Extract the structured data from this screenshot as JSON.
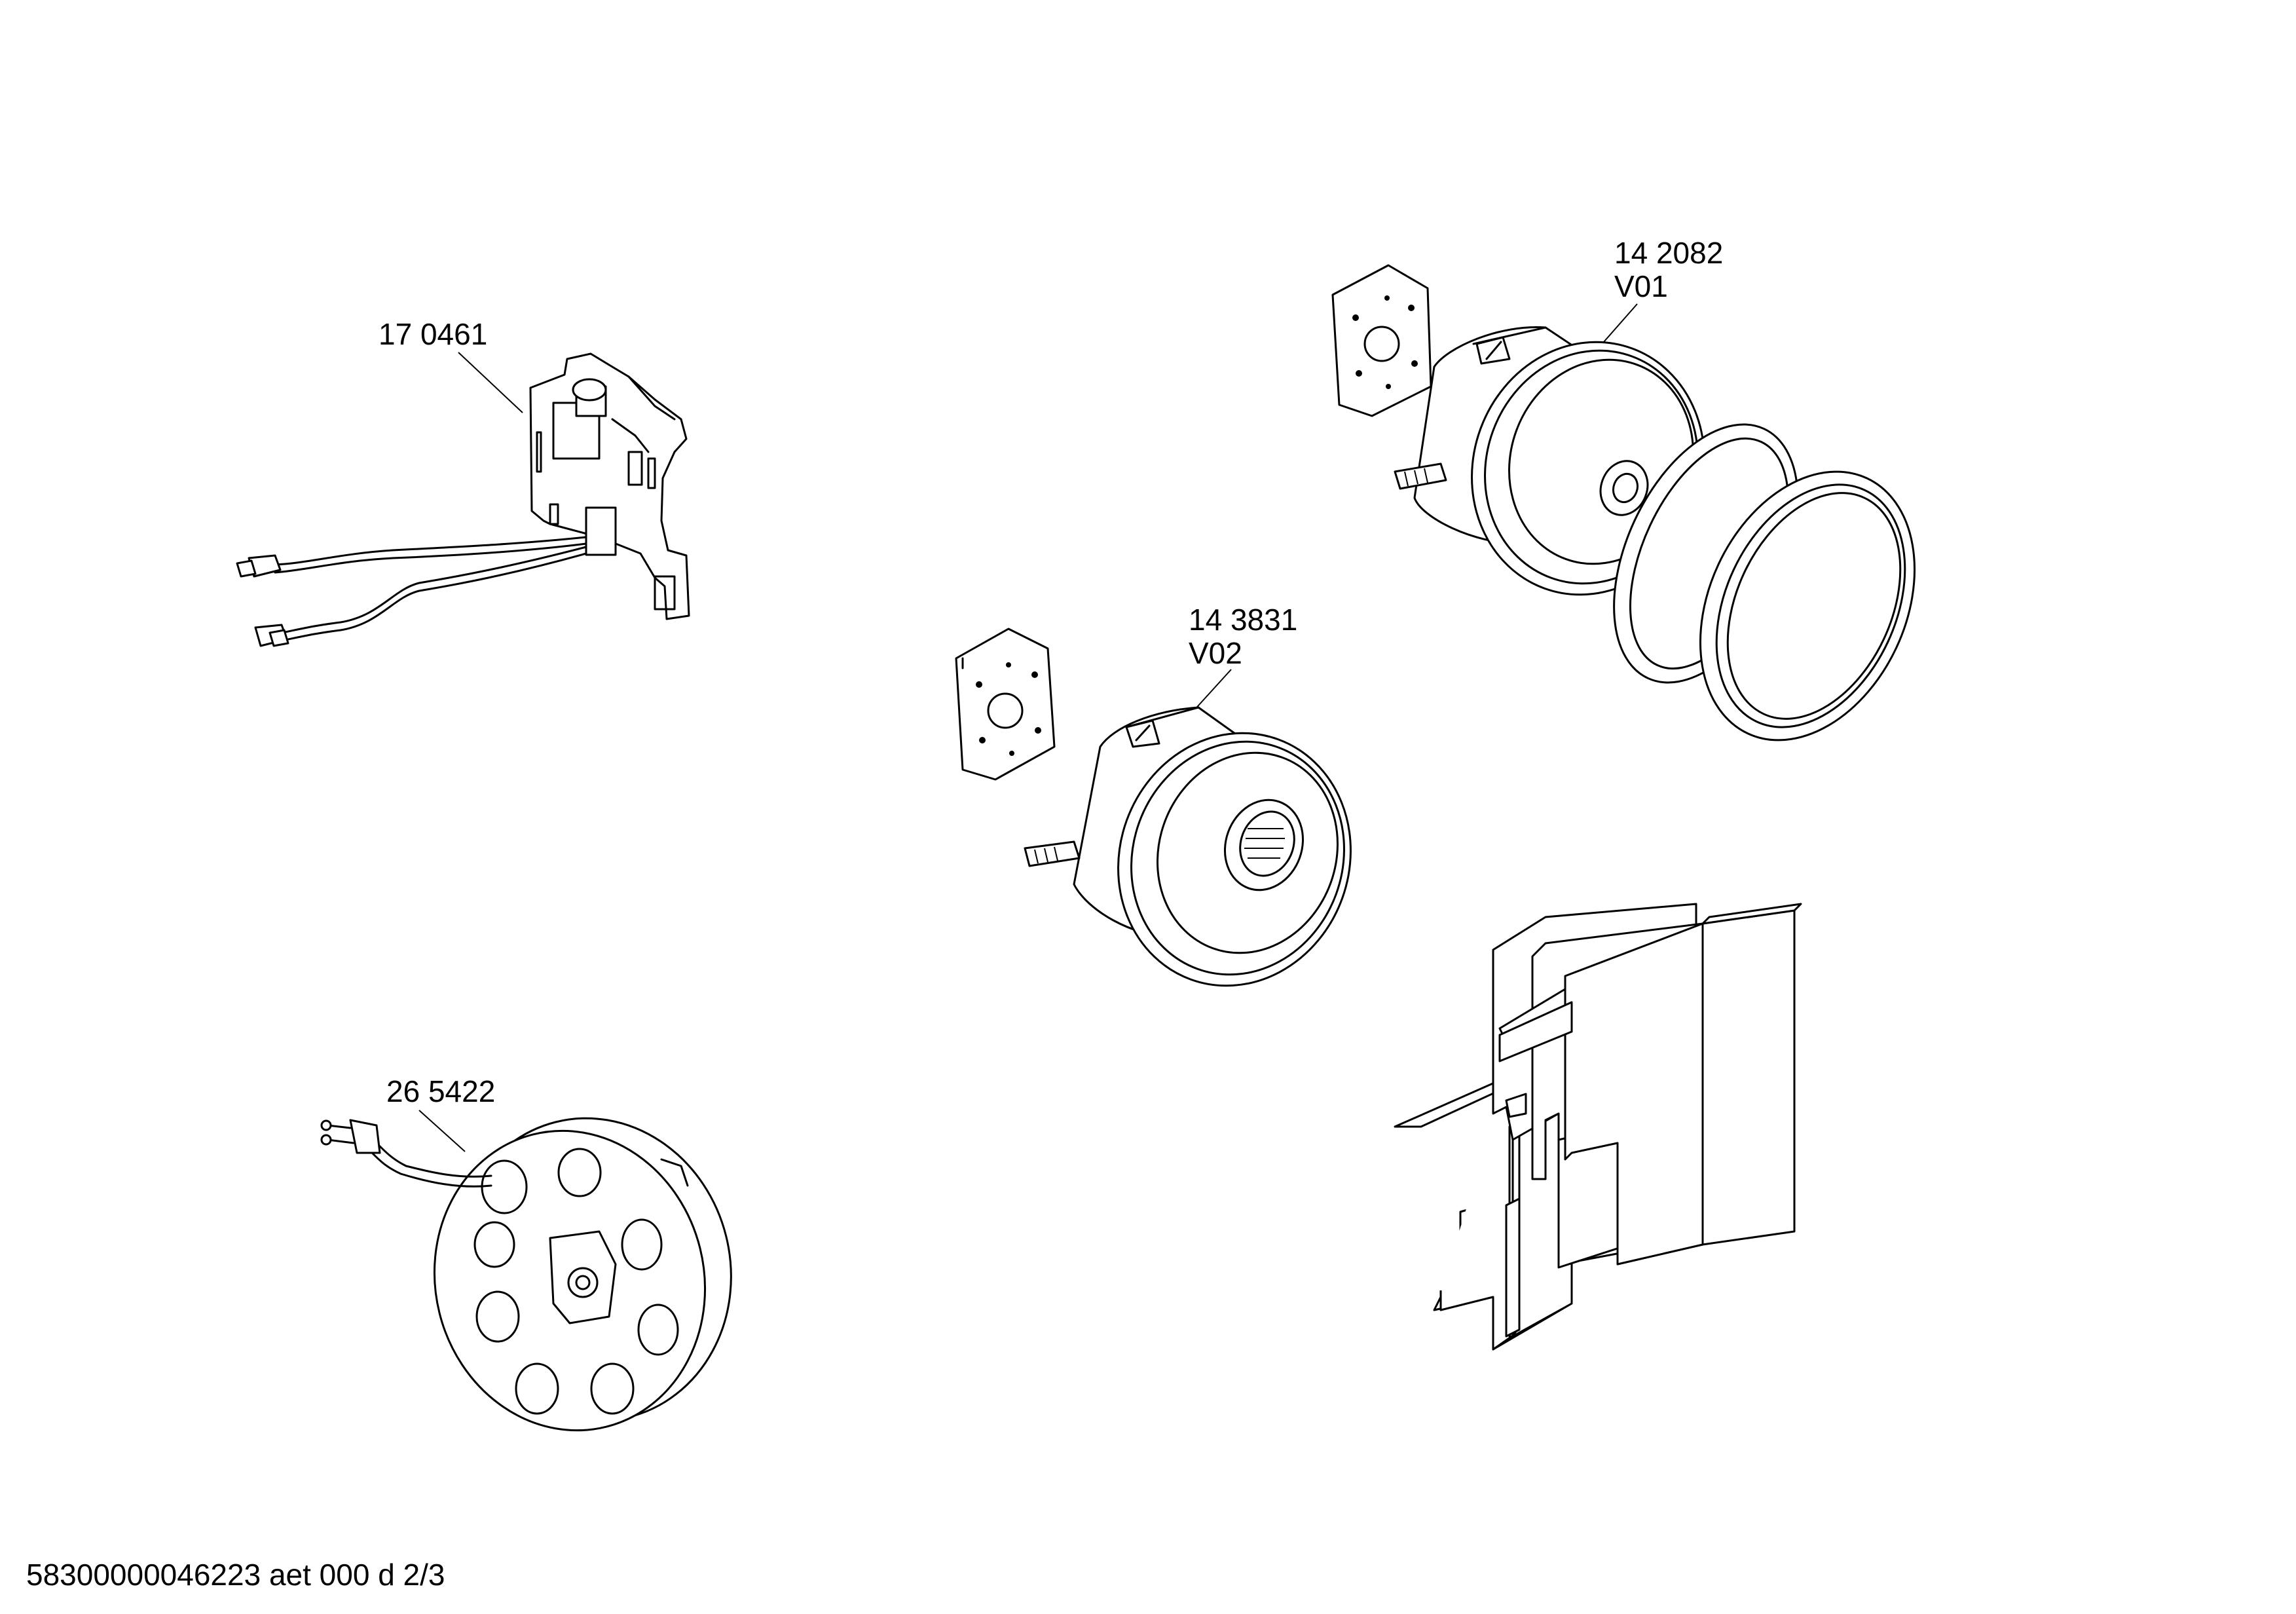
{
  "diagram": {
    "parts": [
      {
        "id": "switch-board",
        "number": "17 0461",
        "variant": ""
      },
      {
        "id": "cable-reel",
        "number": "26 5422",
        "variant": ""
      },
      {
        "id": "motor-small",
        "number": "14 3831",
        "variant": "V02"
      },
      {
        "id": "motor-large",
        "number": "14 2082",
        "variant": "V01"
      }
    ],
    "footer": "58300000046223 aet 000 d 2/3"
  }
}
